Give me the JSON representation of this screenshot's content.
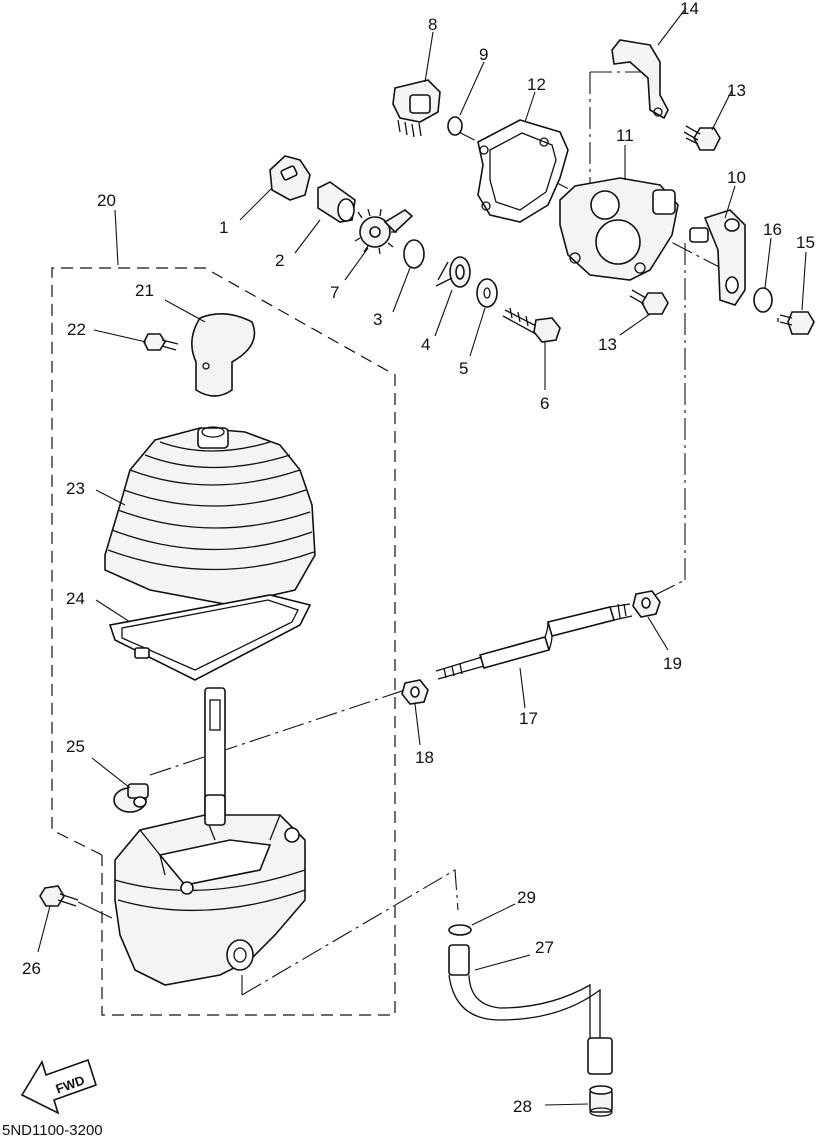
{
  "diagram": {
    "drawing_code": "5ND1100-3200",
    "fwd_label": "FWD",
    "callouts": [
      {
        "id": "c1",
        "text": "1"
      },
      {
        "id": "c2",
        "text": "2"
      },
      {
        "id": "c3",
        "text": "3"
      },
      {
        "id": "c4",
        "text": "4"
      },
      {
        "id": "c5",
        "text": "5"
      },
      {
        "id": "c6",
        "text": "6"
      },
      {
        "id": "c7",
        "text": "7"
      },
      {
        "id": "c8",
        "text": "8"
      },
      {
        "id": "c9",
        "text": "9"
      },
      {
        "id": "c10",
        "text": "10"
      },
      {
        "id": "c11",
        "text": "11"
      },
      {
        "id": "c12",
        "text": "12"
      },
      {
        "id": "c13a",
        "text": "13"
      },
      {
        "id": "c13b",
        "text": "13"
      },
      {
        "id": "c14",
        "text": "14"
      },
      {
        "id": "c15",
        "text": "15"
      },
      {
        "id": "c16",
        "text": "16"
      },
      {
        "id": "c17",
        "text": "17"
      },
      {
        "id": "c18",
        "text": "18"
      },
      {
        "id": "c19",
        "text": "19"
      },
      {
        "id": "c20",
        "text": "20"
      },
      {
        "id": "c21",
        "text": "21"
      },
      {
        "id": "c22",
        "text": "22"
      },
      {
        "id": "c23",
        "text": "23"
      },
      {
        "id": "c24",
        "text": "24"
      },
      {
        "id": "c25",
        "text": "25"
      },
      {
        "id": "c26",
        "text": "26"
      },
      {
        "id": "c27",
        "text": "27"
      },
      {
        "id": "c28",
        "text": "28"
      },
      {
        "id": "c29",
        "text": "29"
      }
    ]
  }
}
